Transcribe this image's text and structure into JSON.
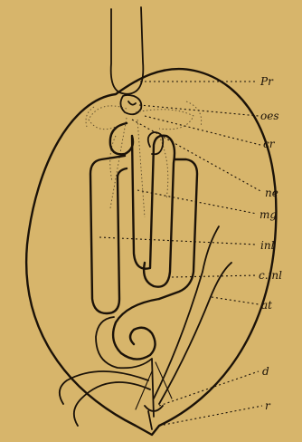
{
  "labels": [
    {
      "id": "pr",
      "text": "Pr"
    },
    {
      "id": "oes",
      "text": "oes"
    },
    {
      "id": "cr",
      "text": "cr"
    },
    {
      "id": "ne",
      "text": "ne"
    },
    {
      "id": "mg",
      "text": "mg"
    },
    {
      "id": "inl",
      "text": "inl"
    },
    {
      "id": "cinl",
      "text": "c.inl"
    },
    {
      "id": "at",
      "text": "at"
    },
    {
      "id": "d",
      "text": "d"
    },
    {
      "id": "r",
      "text": "r"
    }
  ],
  "colors": {
    "background": "#d7b56b",
    "ink": "#1b1208"
  }
}
